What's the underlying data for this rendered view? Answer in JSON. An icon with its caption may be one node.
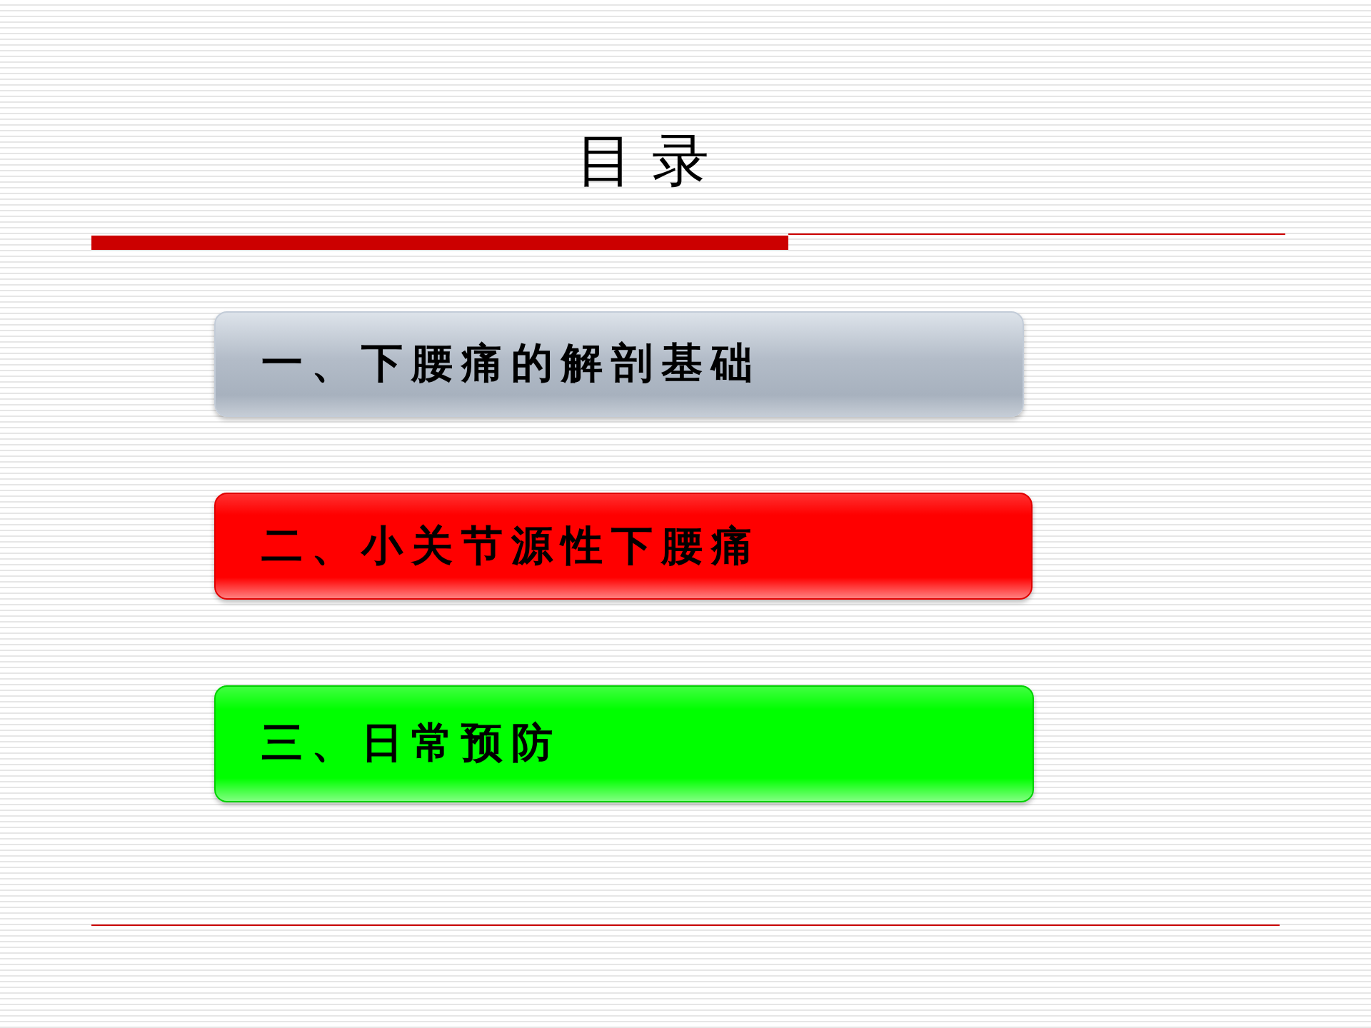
{
  "diagram": {
    "title": "目 录",
    "nodes": [
      {
        "text": [
          "一、下腰痛的解剖基础"
        ]
      },
      {
        "text": [
          "二、小关节源性下腰痛"
        ]
      },
      {
        "text": [
          "三、日常预防"
        ]
      }
    ]
  }
}
